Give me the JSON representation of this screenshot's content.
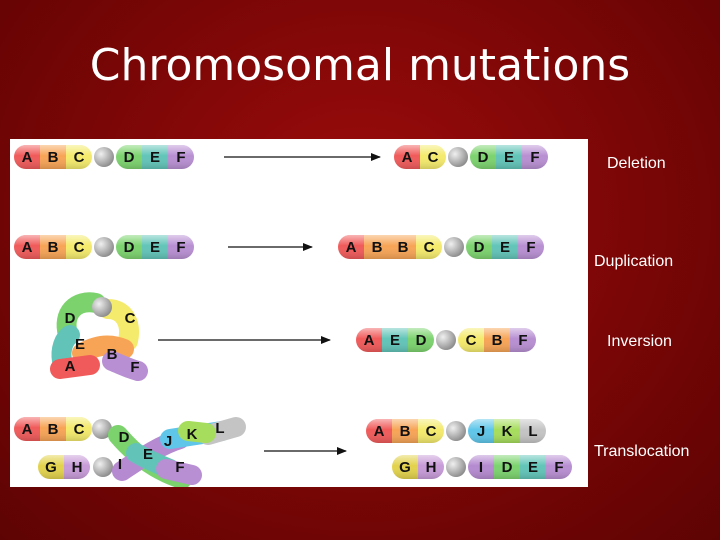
{
  "slide": {
    "title": "Chromosomal mutations"
  },
  "colors": {
    "A": "#f05a5a",
    "B": "#f7a456",
    "C": "#f4ea6c",
    "D": "#7cd36e",
    "E": "#62c4b8",
    "F": "#b88fd2",
    "G": "#e2d24c",
    "H": "#c79bd8",
    "I": "#b58ad0",
    "J": "#5fc6ea",
    "K": "#a6dd5c",
    "L": "#c4c4c4",
    "centromere": "#a8a8a8"
  },
  "mutations": [
    {
      "label": "Deletion",
      "before": [
        "A",
        "B",
        "C",
        "|",
        "D",
        "E",
        "F"
      ],
      "after": [
        "A",
        "C",
        "|",
        "D",
        "E",
        "F"
      ]
    },
    {
      "label": "Duplication",
      "before": [
        "A",
        "B",
        "C",
        "|",
        "D",
        "E",
        "F"
      ],
      "after": [
        "A",
        "B",
        "B",
        "C",
        "|",
        "D",
        "E",
        "F"
      ]
    },
    {
      "label": "Inversion",
      "loop": [
        "D",
        "C",
        "E",
        "B",
        "A",
        "F"
      ],
      "after": [
        "A",
        "E",
        "D",
        "|",
        "C",
        "B",
        "F"
      ]
    },
    {
      "label": "Translocation",
      "before_top": [
        "A",
        "B",
        "C"
      ],
      "before_cross": [
        "D",
        "E",
        "J",
        "K",
        "L"
      ],
      "before_bottom": [
        "G",
        "H",
        "I",
        "F"
      ],
      "after_top": [
        "A",
        "B",
        "C",
        "|",
        "J",
        "K",
        "L"
      ],
      "after_bottom": [
        "G",
        "H",
        "|",
        "I",
        "D",
        "E",
        "F"
      ]
    }
  ]
}
